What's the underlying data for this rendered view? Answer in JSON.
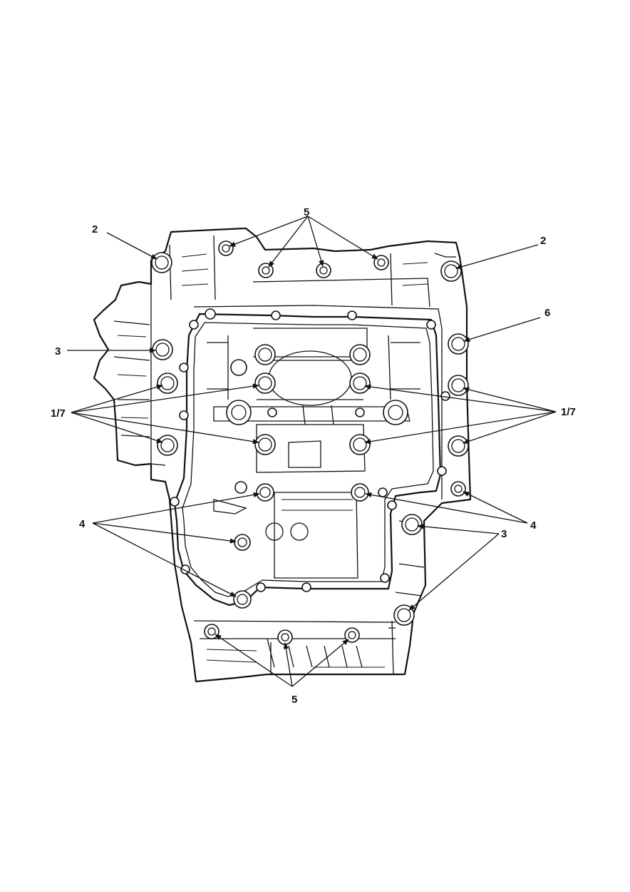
{
  "diagram": {
    "labels": {
      "five_top": "5",
      "two_left": "2",
      "two_right": "2",
      "six": "6",
      "three_left": "3",
      "seventh_left": "1/7",
      "seventh_right": "1/7",
      "four_left": "4",
      "four_right": "4",
      "three_right": "3",
      "five_bottom": "5"
    },
    "colors": {
      "line": "#111111",
      "background": "#ffffff"
    }
  }
}
